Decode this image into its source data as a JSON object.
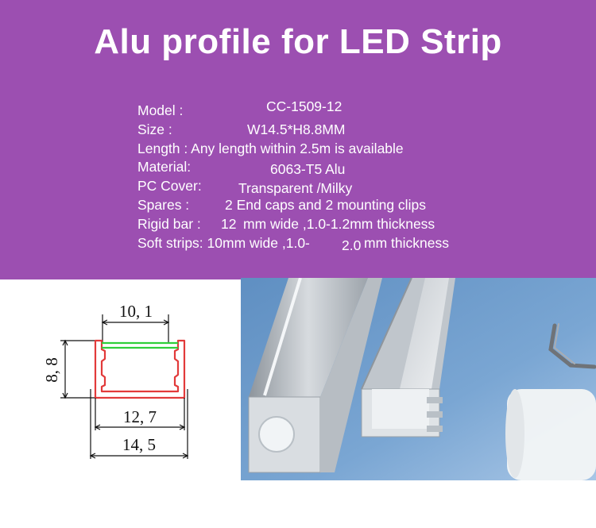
{
  "title": "Alu profile for LED Strip",
  "specs": {
    "model_label": "Model :",
    "model_value": "CC-1509-12",
    "size_label": "Size    :",
    "size_value": "W14.5*H8.8MM",
    "length": "Length : Any length within 2.5m is available",
    "material_label": "Material:",
    "material_value": "6063-T5 Alu",
    "cover_label": "PC Cover:",
    "cover_value": "Transparent /Milky",
    "spares_label": "Spares  :",
    "spares_value": "2 End caps and 2 mounting clips",
    "rigid_label": "Rigid bar :",
    "rigid_num": "12",
    "rigid_rest": "mm wide ,1.0-1.2mm thickness",
    "soft_label": "Soft strips: 10mm wide ,1.0-",
    "soft_num": "2.0",
    "soft_rest": "mm thickness"
  },
  "drawing": {
    "top_width": "10, 1",
    "height": "8, 8",
    "inner_width": "12, 7",
    "outer_width": "14, 5"
  },
  "colors": {
    "banner": "#9c4fb1",
    "profile_outline": "#e23a3a",
    "diffuser": "#2fcf3a",
    "dimension_lines": "#111111"
  }
}
